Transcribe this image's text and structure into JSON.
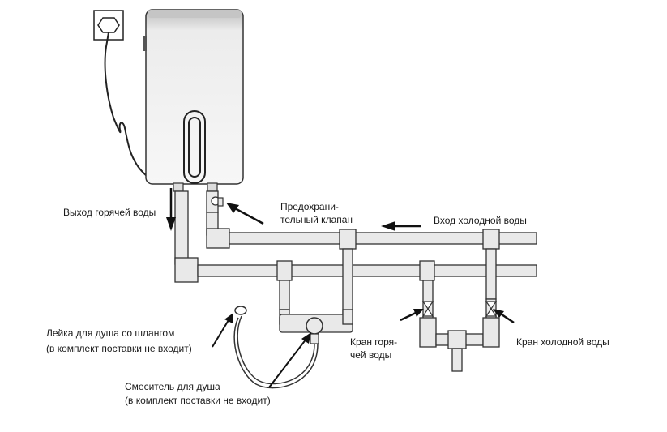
{
  "labels": {
    "hot_outlet": "Выход горячей воды",
    "safety_valve_line1": "Предохрани-",
    "safety_valve_line2": "тельный клапан",
    "cold_inlet": "Вход холодной воды",
    "shower_head_line1": "Лейка для душа со шлангом",
    "shower_head_line2": "(в комплект поставки не входит)",
    "hot_tap_line1": "Кран горя-",
    "hot_tap_line2": "чей воды",
    "cold_tap": "Кран холодной воды",
    "mixer_line1": "Смеситель для душа",
    "mixer_line2": "(в комплект поставки не входит)"
  },
  "colors": {
    "pipe_fill": "#e9e9e9",
    "outline": "#2a2a2a",
    "tank_top": "#c8c8c8",
    "tank_body": "#f4f4f4"
  }
}
